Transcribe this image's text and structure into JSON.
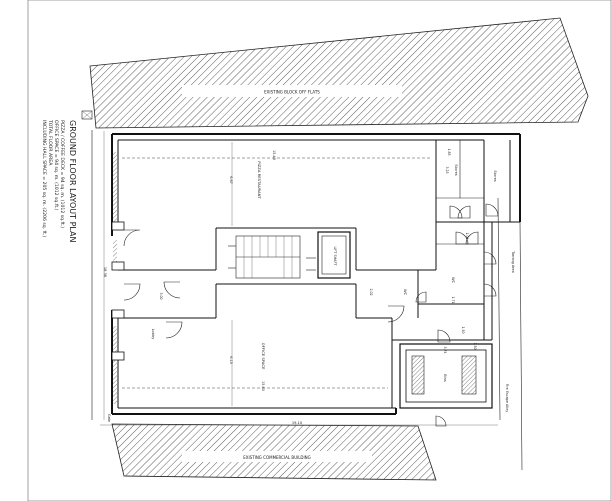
{
  "title": {
    "heading": "GROUND FLOOR LAYOUT PLAN",
    "line1": "PIZZA / COFFEE DECK = 94 sq. m. (1012 sq.ft.)",
    "line2": "OFFICE SPACE = 94 sq. m. (1012 sq.ft.)",
    "line3": "TOTAL FLOOR AREA",
    "line4": "INCLUDING HALL SPACE = 205 sq. m. (2206 sq. ft.)"
  },
  "labels": {
    "existing_top": "EXISTING BLOCK OFF FLATS",
    "existing_bottom": "EXISTING COMMERCIAL BUILDING",
    "pizza": "PIZZA RESTAURANT",
    "office": "OFFICE SPACE",
    "lift": "LIFT SHAFT",
    "wc1": "WC",
    "wc2": "WC",
    "bins": "Bins",
    "stores1": "Stores",
    "stores2": "Stores",
    "lobby": "Lobby",
    "gate": "Gate",
    "turning_area": "Turning Area",
    "fire_escape": "Fire Escape Alley"
  },
  "dims": {
    "overall_length_top": "15.43",
    "overall_length_bottom": "15.60",
    "overall_depth": "18.36",
    "pizza_depth": "6.67",
    "office_depth": "6.13",
    "stores_top": "1.83",
    "stores_h": "3.23",
    "lobby_w": "1.04",
    "wc1_w": "2.02",
    "wc2_w": "1.71",
    "small_w": "1.50",
    "lobby2": "3.00",
    "bins_d": "3.74",
    "bins_w": "1.50",
    "bottom_total": "19.10"
  }
}
